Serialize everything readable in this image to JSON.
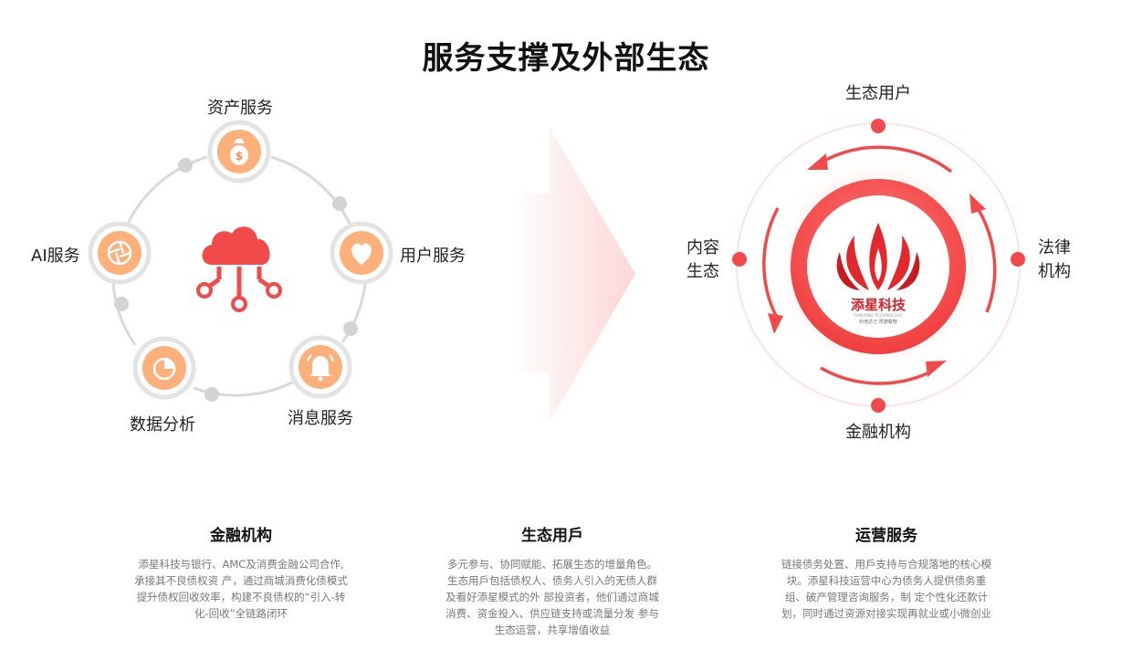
{
  "title": "服务支撑及外部生态",
  "services": {
    "asset": "资产服务",
    "user": "用户服务",
    "message": "消息服务",
    "data": "数据分析",
    "ai": "AI服务"
  },
  "ecosystem": {
    "top": "生态用户",
    "right_line1": "法律",
    "right_line2": "机构",
    "bottom": "金融机构",
    "left_line1": "内容",
    "left_line2": "生态"
  },
  "logo": {
    "name": "添星科技",
    "english": "TIANXING TECHNOLOGY",
    "slogan": "利他达己  厚德载物"
  },
  "columns": [
    {
      "title": "金融机构",
      "lines": [
        "添星科技与银行、AMC及消费金融公司合作,",
        "承接其不良债权资 产，通过商城消费化债模式",
        "提升债权回收效率，构建不良债权的“引入-转",
        "化-回收”全链路闭环"
      ]
    },
    {
      "title": "生态用戶",
      "lines": [
        "多元参与、协同赋能、拓展生态的增量角色。",
        "生态用戶包括债权人、债务人引入的无债人群",
        "及看好添星模式的外 部投资者，他们通过商城",
        "消费、资金投入、供应链支持或流量分发 参与",
        "生态运营，共享增值收益"
      ]
    },
    {
      "title": "运营服务",
      "lines": [
        "链接债务处置、用戶支持与合规落地的核心模",
        "块。添星科技运营中心为债务人提供债务重",
        "组、破产管理咨询服务，制 定个性化还款计",
        "划，同时通过资源对接实现再就业或小微创业"
      ]
    }
  ],
  "colors": {
    "accent": "#f24a4a",
    "icon_fill": "#fdb07a",
    "icon_ring": "#e3e3e3",
    "connector": "#d9d9d9"
  }
}
